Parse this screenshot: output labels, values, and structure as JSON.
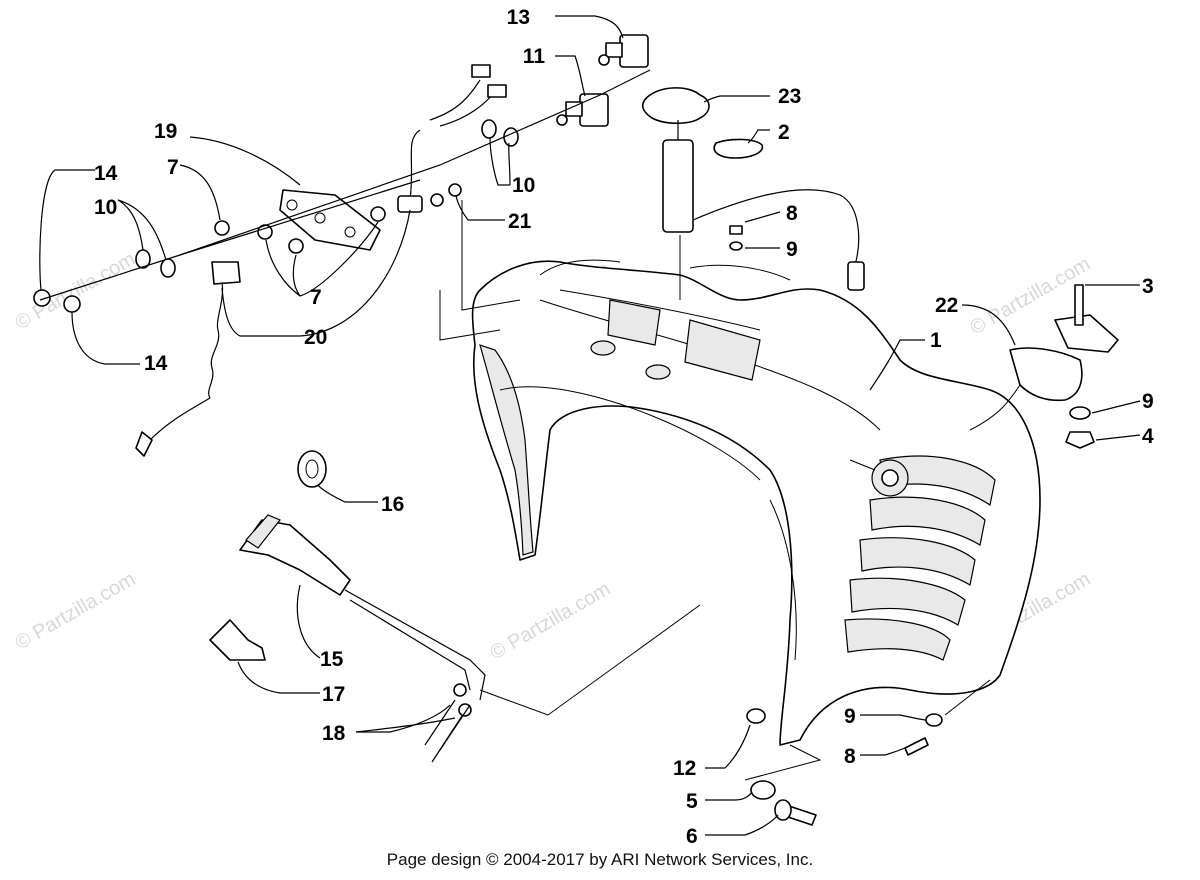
{
  "watermark": "© Partzilla.com",
  "footer": "Page design © 2004-2017 by ARI Network Services, Inc.",
  "callouts": [
    "1",
    "2",
    "3",
    "4",
    "5",
    "6",
    "7",
    "7",
    "8",
    "8",
    "9",
    "9",
    "9",
    "10",
    "10",
    "11",
    "12",
    "13",
    "14",
    "14",
    "15",
    "16",
    "17",
    "18",
    "19",
    "20",
    "21",
    "22",
    "23"
  ]
}
